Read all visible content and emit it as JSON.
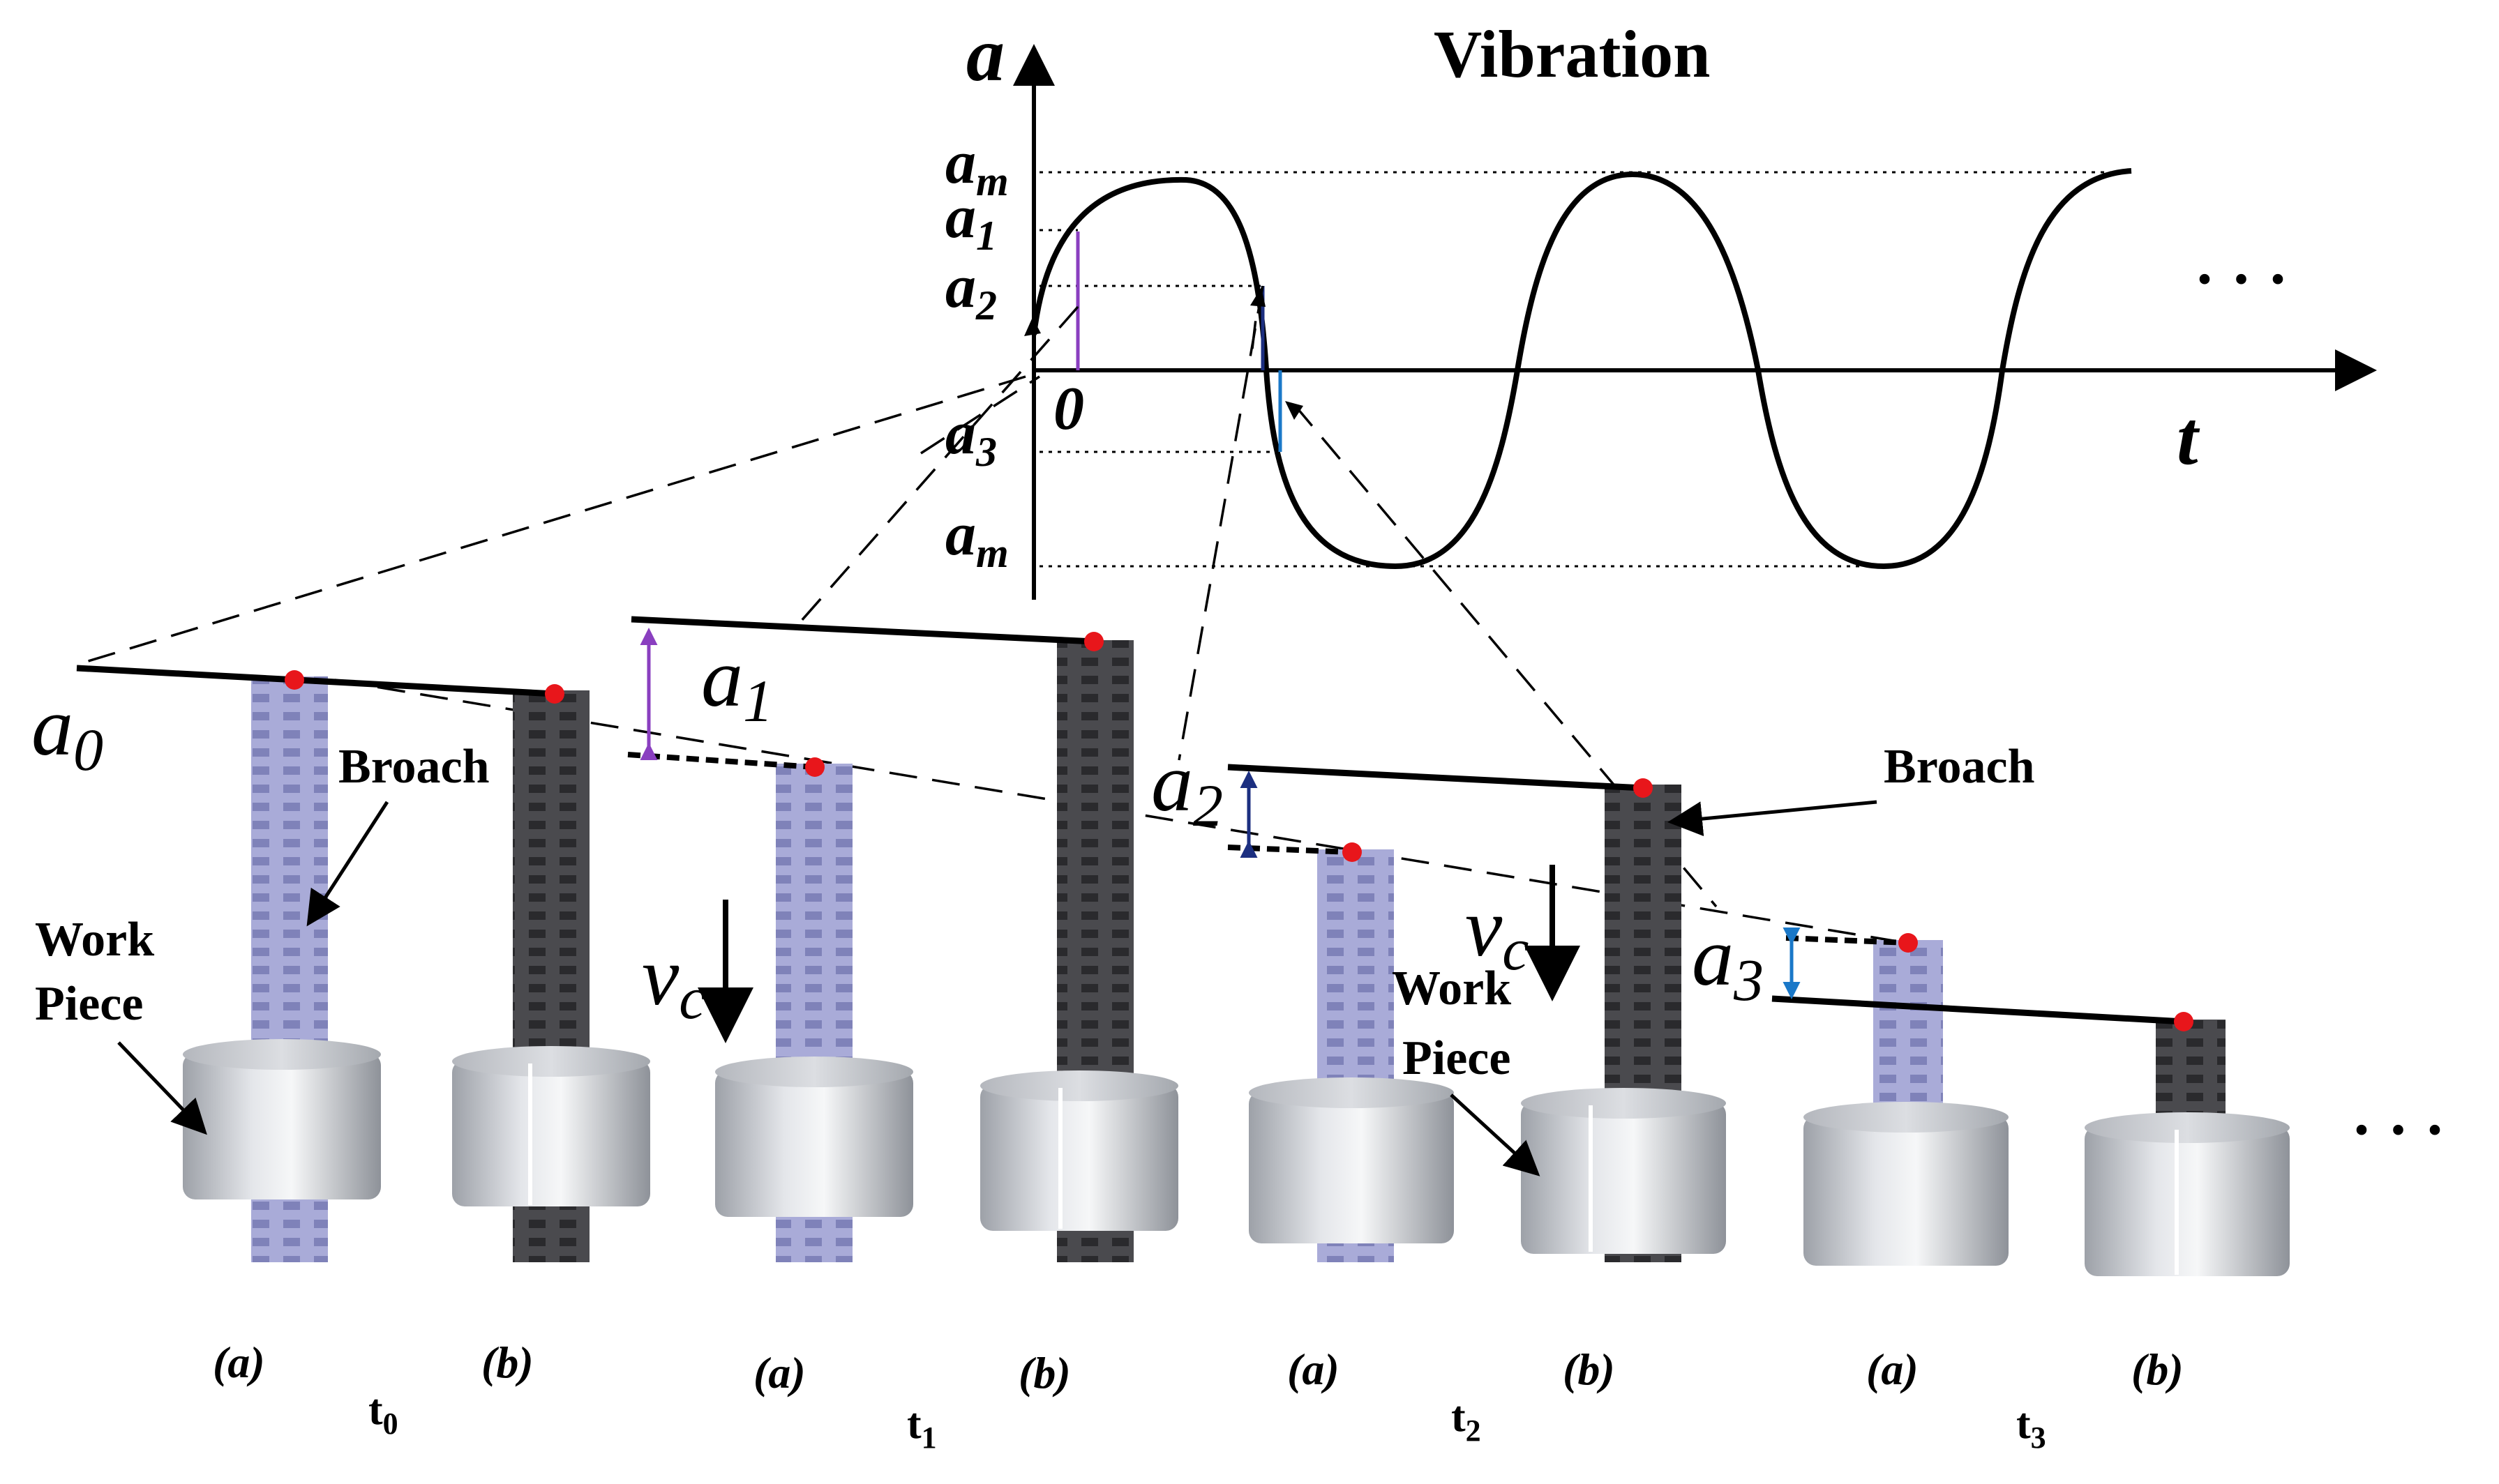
{
  "graph": {
    "title": "Vibration",
    "y_axis_label": "a",
    "x_axis_label": "t",
    "origin_label": "0",
    "level_labels": [
      {
        "base": "a",
        "sub": "m"
      },
      {
        "base": "a",
        "sub": "1"
      },
      {
        "base": "a",
        "sub": "2"
      },
      {
        "base": "a",
        "sub": "3"
      },
      {
        "base": "a",
        "sub": "m"
      }
    ],
    "continuation": "· · ·"
  },
  "stages": [
    {
      "a_label": "(a)",
      "b_label": "(b)",
      "time_base": "t",
      "time_sub": "0"
    },
    {
      "a_label": "(a)",
      "b_label": "(b)",
      "time_base": "t",
      "time_sub": "1"
    },
    {
      "a_label": "(a)",
      "b_label": "(b)",
      "time_base": "t",
      "time_sub": "2"
    },
    {
      "a_label": "(a)",
      "b_label": "(b)",
      "time_base": "t",
      "time_sub": "3"
    }
  ],
  "annotations": {
    "broach": "Broach",
    "work": "Work",
    "piece": "Piece",
    "vc_base": "v",
    "vc_sub": "c",
    "a0_base": "a",
    "a0_sub": "0",
    "a1_base": "a",
    "a1_sub": "1",
    "a2_base": "a",
    "a2_sub": "2",
    "a3_base": "a",
    "a3_sub": "3",
    "bottom_continuation": "· · ·"
  },
  "colors": {
    "curve": "#000000",
    "cut_point": "#e8161b",
    "broach_a": "#a9abd8",
    "broach_b": "#4a4a4e",
    "workpiece": "#c9ccd2",
    "marker_a1": "#8a3fc0",
    "marker_a2": "#1c2f80",
    "marker_a3": "#1a78c8"
  }
}
